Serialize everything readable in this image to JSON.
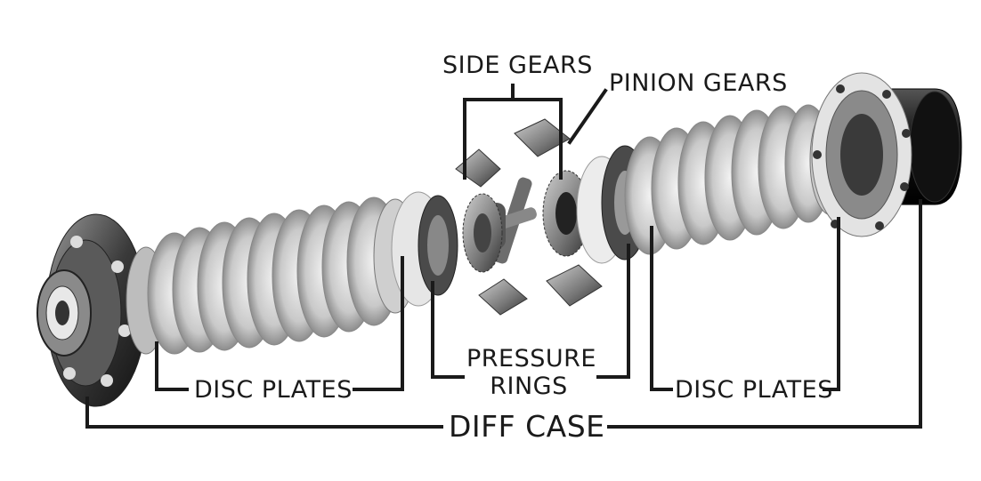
{
  "labels": {
    "side_gears": "SIDE GEARS",
    "pinion_gears": "PINION GEARS",
    "pressure_rings_line1": "PRESSURE",
    "pressure_rings_line2": "RINGS",
    "disc_plates_left": "DISC PLATES",
    "disc_plates_right": "DISC PLATES",
    "diff_case": "DIFF CASE"
  },
  "colors": {
    "leader_line": "#1a1a1a",
    "plate_light": "#d6d6d6",
    "plate_mid": "#a9a9a9",
    "plate_dark": "#6e6e6e",
    "metal_dark": "#2b2b2b",
    "metal_black": "#111111"
  }
}
